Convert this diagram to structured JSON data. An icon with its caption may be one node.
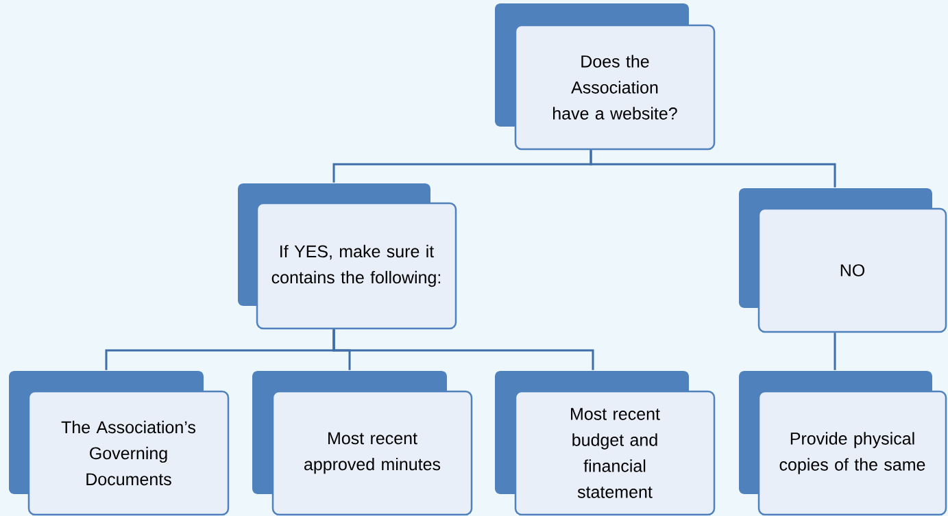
{
  "diagram": {
    "nodes": [
      {
        "text": [
          "Does the Association have a website?"
        ]
      },
      {
        "text": [
          "If YES, make sure it contains the following:"
        ]
      },
      {
        "text": [
          "NO"
        ]
      },
      {
        "text": [
          "The Association’s Governing Documents"
        ]
      },
      {
        "text": [
          "Most recent approved minutes"
        ]
      },
      {
        "text": [
          "Most recent budget and financial statement"
        ]
      },
      {
        "text": [
          "Provide physical copies of the same"
        ]
      }
    ],
    "edges": [
      {
        "from": 0,
        "to": 1,
        "arrow": "none"
      },
      {
        "from": 0,
        "to": 2,
        "arrow": "none"
      },
      {
        "from": 1,
        "to": 3,
        "arrow": "none"
      },
      {
        "from": 1,
        "to": 4,
        "arrow": "none"
      },
      {
        "from": 1,
        "to": 5,
        "arrow": "none"
      },
      {
        "from": 2,
        "to": 6,
        "arrow": "none"
      }
    ]
  }
}
